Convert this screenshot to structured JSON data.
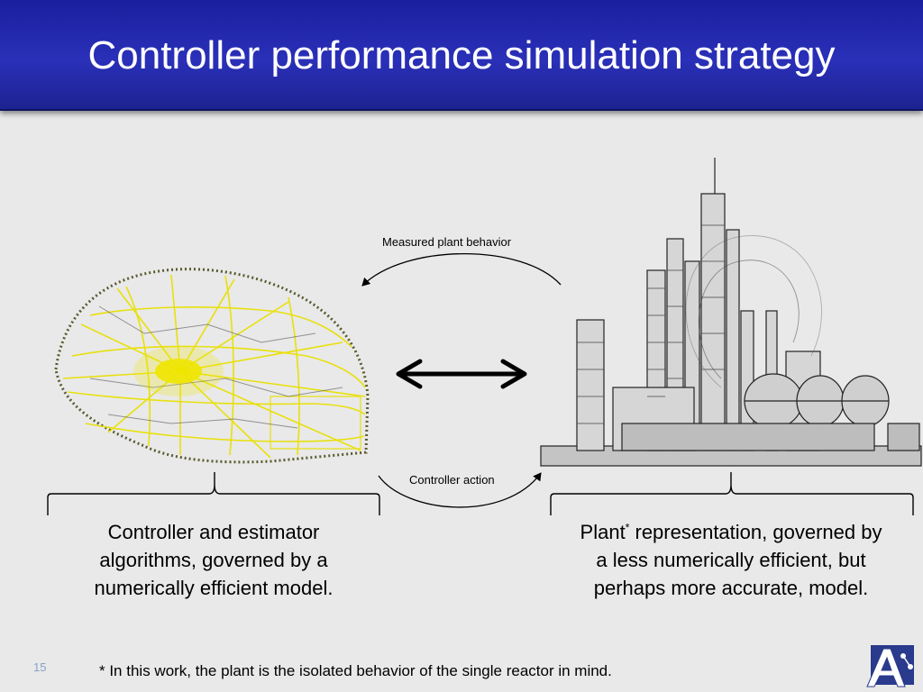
{
  "slide": {
    "title": "Controller performance simulation strategy",
    "number": "15"
  },
  "diagram": {
    "top_arrow_label": "Measured plant behavior",
    "bottom_arrow_label": "Controller action"
  },
  "left_caption": {
    "lines": [
      "Controller and estimator",
      "algorithms, governed by a",
      "numerically efficient model."
    ]
  },
  "right_caption": {
    "word1": "Plant",
    "marker": "*",
    "rest_line1": " representation, governed by",
    "line2": "a less numerically efficient, but",
    "line3": "perhaps more accurate, model."
  },
  "footnote": "* In this work, the plant is the isolated behavior of the single reactor in mind.",
  "images": {
    "left": "neural-network-brain",
    "right": "industrial-plant",
    "logo": "a-logo"
  },
  "colors": {
    "title_bar": "#2a30b8",
    "brain_lines": "#e8e000",
    "background": "#e9e9e9"
  }
}
